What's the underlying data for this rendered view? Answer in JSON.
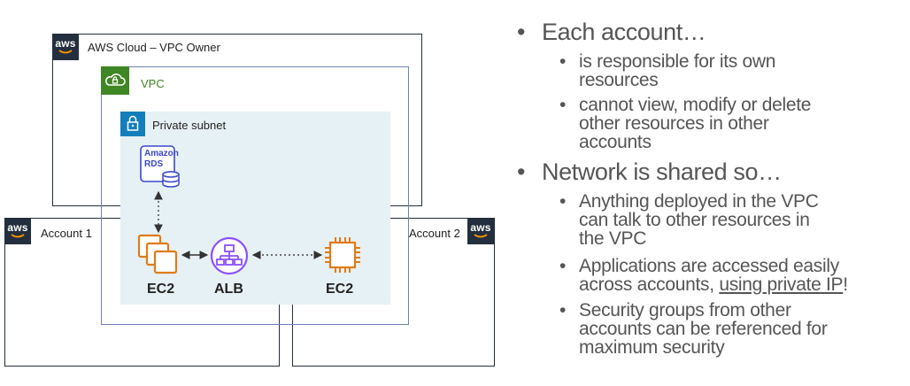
{
  "diagram": {
    "cloud_label": "AWS Cloud – VPC Owner",
    "vpc_label": "VPC",
    "subnet_label": "Private subnet",
    "rds_label_line1": "Amazon",
    "rds_label_line2": "RDS",
    "account1_label": "Account 1",
    "account2_label": "Account 2",
    "aws_badge_text": "aws",
    "ec2_left_label": "EC2",
    "alb_label": "ALB",
    "ec2_right_label": "EC2",
    "colors": {
      "vpc_green": "#3f8624",
      "subnet_fill": "#e6f1f5",
      "subnet_icon": "#147eba",
      "ec2_orange": "#e07b18",
      "alb_purple": "#8c4fff",
      "rds_blue": "#3b48cc",
      "aws_dark": "#232f3e",
      "vpc_border": "#6d83b3"
    }
  },
  "bullets": {
    "each_account": "Each account…",
    "each_1": "is responsible for its own resources",
    "each_1_l1": "is responsible for its own",
    "each_1_l2": "resources",
    "each_2_l1": "cannot view, modify or delete",
    "each_2_l2": "other resources in other",
    "each_2_l3": "accounts",
    "network": "Network is shared so…",
    "net_1_l1": "Anything deployed in the VPC",
    "net_1_l2": "can talk to other resources in",
    "net_1_l3": "the VPC",
    "net_2_l1": "Applications are accessed easily",
    "net_2_l2a": "across accounts, ",
    "net_2_l2b": "using private IP",
    "net_2_l2c": "!",
    "net_3_l1": "Security groups from other",
    "net_3_l2": "accounts can be referenced for",
    "net_3_l3": "maximum security"
  }
}
